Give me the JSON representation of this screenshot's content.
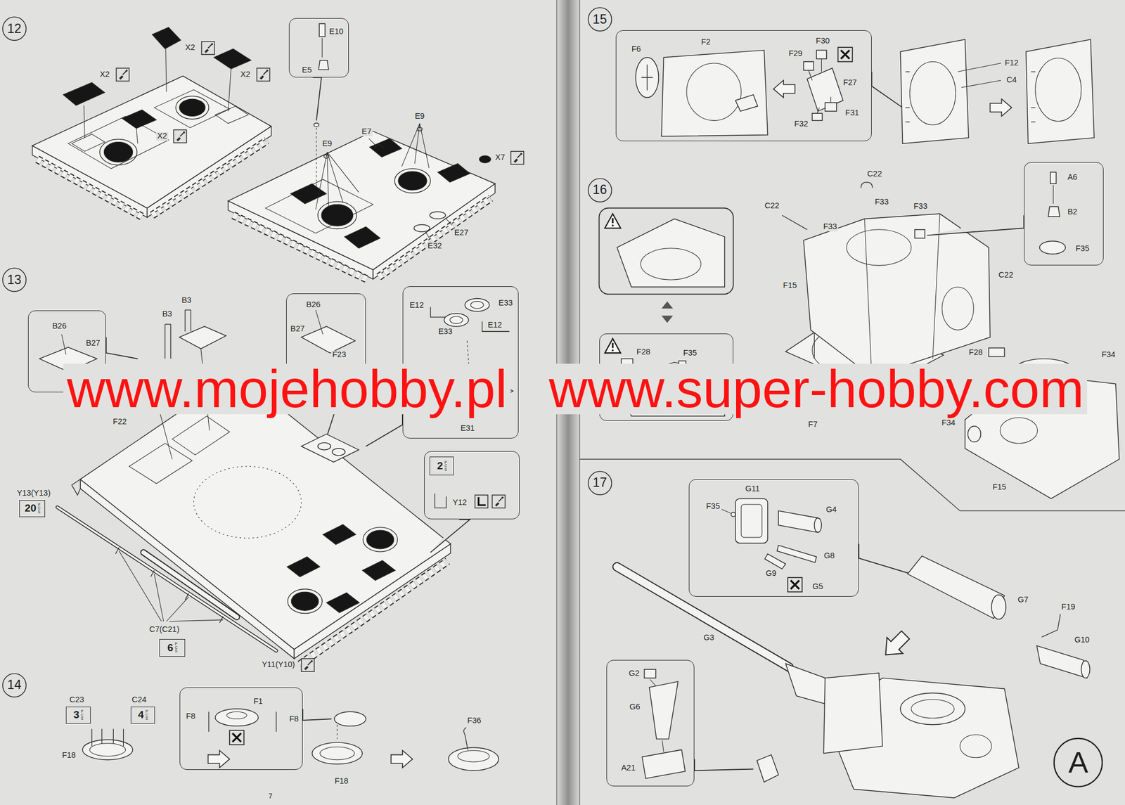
{
  "diagram": {
    "nodes": [
      {
        "text": [
          "12"
        ]
      },
      {
        "text": [
          "E10",
          "E5"
        ]
      },
      {
        "text": [
          "13"
        ]
      },
      {
        "text": [
          "B26",
          "B27"
        ]
      },
      {
        "text": [
          "B26",
          "B27",
          "F23"
        ]
      },
      {
        "text": [
          "E12",
          "E33",
          "E33",
          "E12",
          "E31"
        ]
      },
      {
        "text": [
          "20",
          "PCS"
        ]
      },
      {
        "text": [
          "Y12"
        ]
      },
      {
        "text": [
          "2",
          "PCS"
        ],
        "in": 7
      },
      {
        "text": [
          "6",
          "PCS"
        ]
      },
      {
        "text": [
          "14"
        ]
      },
      {
        "text": [
          "3",
          "PCS"
        ]
      },
      {
        "text": [
          "4",
          "PCS"
        ]
      },
      {
        "text": [
          "F1",
          "F8",
          "F8"
        ]
      },
      {
        "text": [
          "15"
        ]
      },
      {
        "text": [
          "F6",
          "F2",
          "F30",
          "F29",
          "F27",
          "F31",
          "F32"
        ]
      },
      {
        "text": [
          "16"
        ]
      },
      {
        "text": [
          "F28",
          "F35"
        ]
      },
      {
        "text": [
          "A6",
          "B2",
          "F35"
        ]
      },
      {
        "text": [
          "17"
        ]
      },
      {
        "text": [
          "G11",
          "F35",
          "G4",
          "G8",
          "G9",
          "G5"
        ]
      },
      {
        "text": [
          "G2",
          "G6",
          "A21"
        ]
      },
      {
        "text": [
          "A"
        ]
      }
    ],
    "labels": [
      "X2",
      "X2",
      "X2",
      "X2",
      "E9",
      "E7",
      "E9",
      "X7",
      "E27",
      "E32",
      "B3",
      "B3",
      "F22",
      "Y13(Y13)",
      "C7(C21)",
      "Y11(Y10)",
      "C23",
      "C24",
      "F18",
      "F18",
      "F36",
      "7",
      "F12",
      "C4",
      "C22",
      "C22",
      "F33",
      "F33",
      "F33",
      "F15",
      "C22",
      "F7",
      "F28",
      "F34",
      "F34",
      "F15",
      "G7",
      "F19",
      "G10",
      "G3",
      "www.mojehobby.pl",
      "www.super-hobby.com"
    ]
  }
}
